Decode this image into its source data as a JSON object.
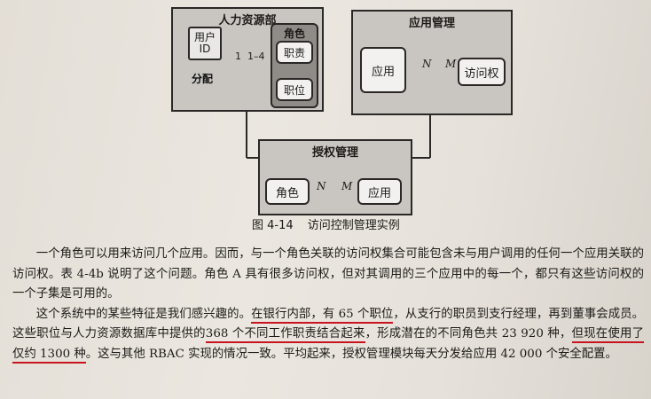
{
  "figure": {
    "hr_box": {
      "title": "人力资源部",
      "user_label_line1": "用户",
      "user_label_line2": "ID",
      "assign_label": "分配",
      "role_group_title": "角色",
      "duty_label": "职责",
      "position_label": "职位",
      "ratio_label": "1  1–4"
    },
    "app_box": {
      "title": "应用管理",
      "app_label": "应用",
      "access_label": "访问权",
      "n_label": "N",
      "m_label": "M"
    },
    "auth_box": {
      "title": "授权管理",
      "role_label": "角色",
      "app_label": "应用",
      "n_label": "N",
      "m_label": "M"
    },
    "caption_number": "图 4-14",
    "caption_text": "访问控制管理实例"
  },
  "body": {
    "p1": "一个角色可以用来访问几个应用。因而，与一个角色关联的访问权集合可能包含未与用户调用的任何一个应用关联的访问权。表 4-4b 说明了这个问题。角色 A 具有很多访问权，但对其调用的三个应用中的每一个，都只有这些访问权的一个子集是可用的。",
    "p2_a": "这个系统中的某些特征是我们感兴趣的。",
    "p2_b": "在银行内部，有 65 个职位",
    "p2_c": "，从支行的职员到支行经理，再到董事会成员。这些职位与人力资源数据库中提供的",
    "p2_d": "368 个不同工作职责结合起来",
    "p2_e": "，形成潜在的不同角色共 23 920 种，",
    "p2_f": "但现在使用了仅约 1300 种",
    "p2_g": "。这与其他 RBAC 实现的情况一致。平均起来，授权管理模块每天分发给应用 42 000 个安全配置。"
  },
  "colors": {
    "underline": "#c8141e",
    "box_fill": "#c9c6c2",
    "inner_fill": "#f2f1ef"
  }
}
